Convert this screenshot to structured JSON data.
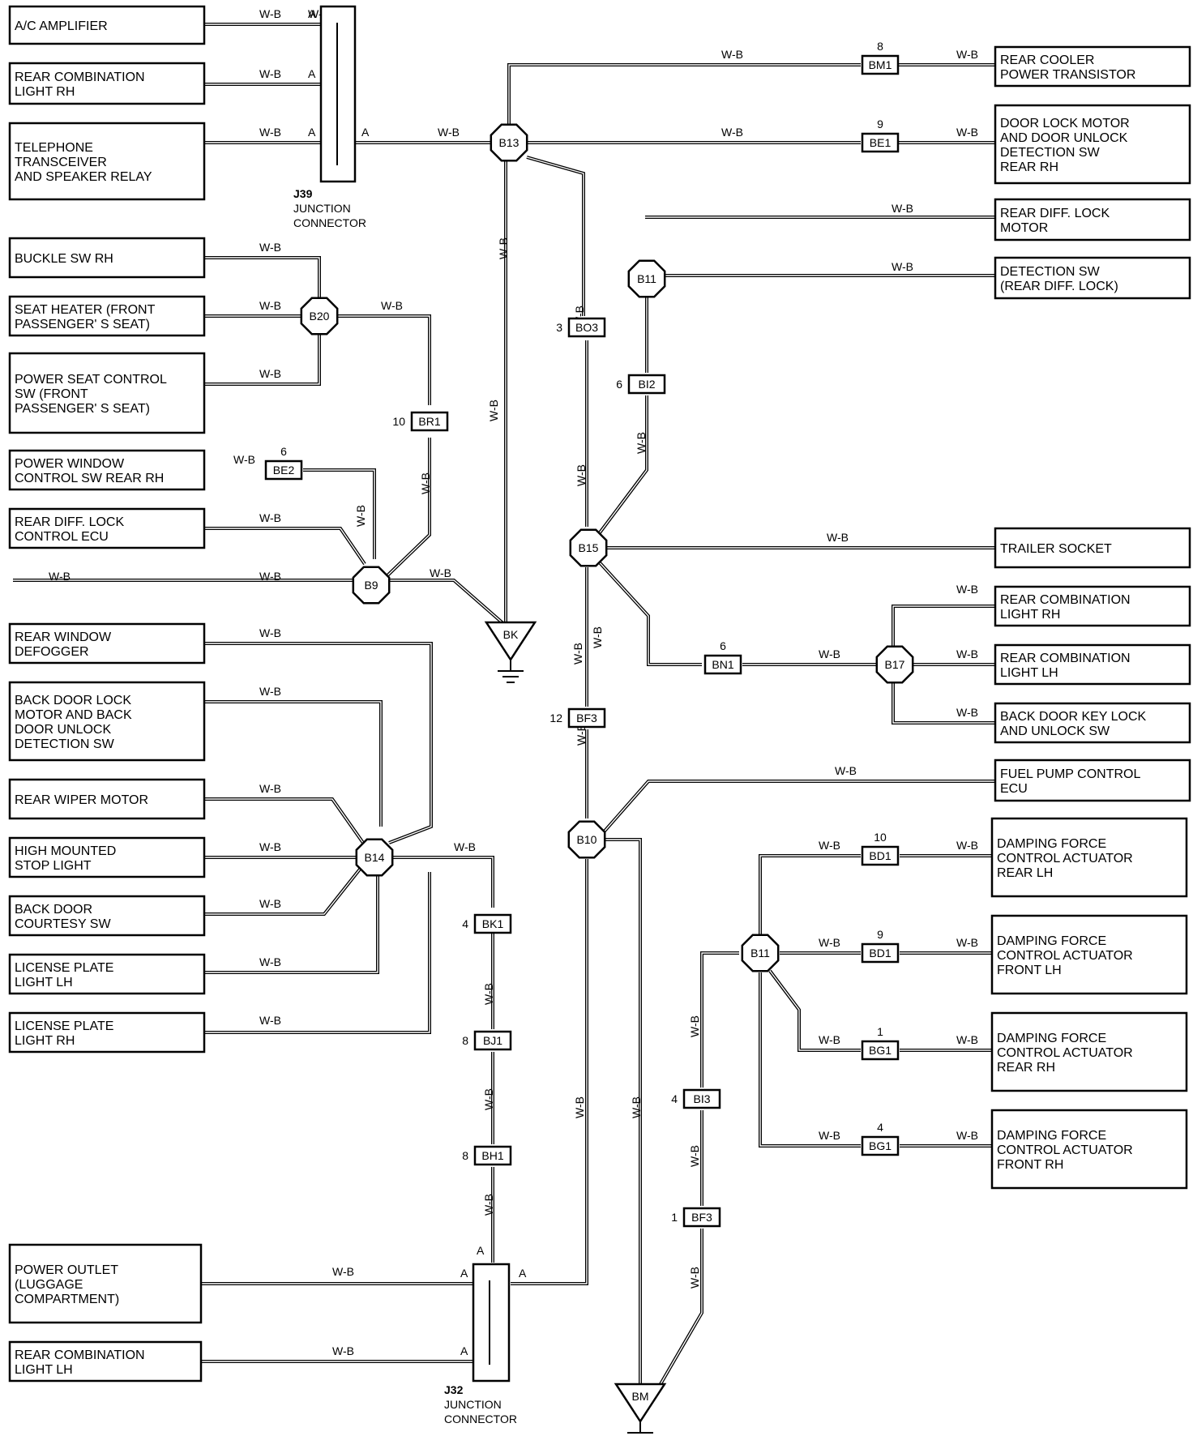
{
  "wire_color": "W-B",
  "components": [
    {
      "id": "c1",
      "lines": [
        "A/C AMPLIFIER"
      ]
    },
    {
      "id": "c2",
      "lines": [
        "REAR COMBINATION",
        "LIGHT RH"
      ]
    },
    {
      "id": "c3",
      "lines": [
        "TELEPHONE",
        "TRANSCEIVER",
        "AND SPEAKER RELAY"
      ]
    },
    {
      "id": "c4",
      "lines": [
        "BUCKLE SW RH"
      ]
    },
    {
      "id": "c5",
      "lines": [
        "SEAT HEATER (FRONT",
        "PASSENGER' S SEAT)"
      ]
    },
    {
      "id": "c6",
      "lines": [
        "POWER SEAT CONTROL",
        "SW (FRONT",
        "PASSENGER' S SEAT)"
      ]
    },
    {
      "id": "c7",
      "lines": [
        "POWER WINDOW",
        "CONTROL SW REAR RH"
      ]
    },
    {
      "id": "c8",
      "lines": [
        "REAR DIFF.  LOCK",
        "CONTROL ECU"
      ]
    },
    {
      "id": "c9",
      "lines": [
        "REAR WINDOW",
        "DEFOGGER"
      ]
    },
    {
      "id": "c10",
      "lines": [
        "BACK DOOR LOCK",
        "MOTOR AND BACK",
        "DOOR UNLOCK",
        "DETECTION SW"
      ]
    },
    {
      "id": "c11",
      "lines": [
        "REAR WIPER MOTOR"
      ]
    },
    {
      "id": "c12",
      "lines": [
        "HIGH MOUNTED",
        "STOP LIGHT"
      ]
    },
    {
      "id": "c13",
      "lines": [
        "BACK DOOR",
        "COURTESY SW"
      ]
    },
    {
      "id": "c14",
      "lines": [
        "LICENSE PLATE",
        "LIGHT LH"
      ]
    },
    {
      "id": "c15",
      "lines": [
        "LICENSE PLATE",
        "LIGHT RH"
      ]
    },
    {
      "id": "c16",
      "lines": [
        "POWER OUTLET",
        "(LUGGAGE",
        " COMPARTMENT)"
      ]
    },
    {
      "id": "c17",
      "lines": [
        "REAR COMBINATION",
        "LIGHT LH"
      ]
    },
    {
      "id": "c18",
      "lines": [
        "REAR COOLER",
        "POWER TRANSISTOR"
      ]
    },
    {
      "id": "c19",
      "lines": [
        "DOOR LOCK MOTOR",
        "AND DOOR UNLOCK",
        "DETECTION SW",
        "REAR RH"
      ]
    },
    {
      "id": "c20",
      "lines": [
        "REAR DIFF.  LOCK",
        "MOTOR"
      ]
    },
    {
      "id": "c21",
      "lines": [
        "DETECTION SW",
        "(REAR DIFF.  LOCK)"
      ]
    },
    {
      "id": "c22",
      "lines": [
        "TRAILER SOCKET"
      ]
    },
    {
      "id": "c23",
      "lines": [
        "REAR COMBINATION",
        "LIGHT RH"
      ]
    },
    {
      "id": "c24",
      "lines": [
        "REAR COMBINATION",
        "LIGHT LH"
      ]
    },
    {
      "id": "c25",
      "lines": [
        "BACK DOOR KEY LOCK",
        "AND UNLOCK SW"
      ]
    },
    {
      "id": "c26",
      "lines": [
        "FUEL PUMP CONTROL",
        "ECU"
      ]
    },
    {
      "id": "c27",
      "lines": [
        "DAMPING FORCE",
        "CONTROL ACTUATOR",
        "REAR LH"
      ]
    },
    {
      "id": "c28",
      "lines": [
        "DAMPING FORCE",
        "CONTROL ACTUATOR",
        "FRONT LH"
      ]
    },
    {
      "id": "c29",
      "lines": [
        "DAMPING FORCE",
        "CONTROL ACTUATOR",
        "REAR RH"
      ]
    },
    {
      "id": "c30",
      "lines": [
        "DAMPING FORCE",
        "CONTROL ACTUATOR",
        "FRONT RH"
      ]
    }
  ],
  "junction_points": [
    "B13",
    "B20",
    "B9",
    "B14",
    "B11",
    "B15",
    "B17",
    "B10",
    "B11"
  ],
  "connectors": [
    {
      "label": "BM1",
      "pin": "8"
    },
    {
      "label": "BE1",
      "pin": "9"
    },
    {
      "label": "BO3",
      "pin": "3"
    },
    {
      "label": "BI2",
      "pin": "6"
    },
    {
      "label": "BR1",
      "pin": "10"
    },
    {
      "label": "BE2",
      "pin": "6"
    },
    {
      "label": "BN1",
      "pin": "6"
    },
    {
      "label": "BF3",
      "pin": "12"
    },
    {
      "label": "BK1",
      "pin": "4"
    },
    {
      "label": "BJ1",
      "pin": "8"
    },
    {
      "label": "BH1",
      "pin": "8"
    },
    {
      "label": "BD1",
      "pin": "10"
    },
    {
      "label": "BD1",
      "pin": "9"
    },
    {
      "label": "BG1",
      "pin": "1"
    },
    {
      "label": "BG1",
      "pin": "4"
    },
    {
      "label": "BI3",
      "pin": "4"
    },
    {
      "label": "BF3",
      "pin": "1"
    }
  ],
  "grounds": [
    "BK",
    "BM"
  ],
  "junction_connectors": [
    {
      "code": "J39",
      "lines": [
        "JUNCTION",
        "CONNECTOR"
      ]
    },
    {
      "code": "J32",
      "lines": [
        "JUNCTION",
        "CONNECTOR"
      ]
    }
  ],
  "terminal_label": "A"
}
